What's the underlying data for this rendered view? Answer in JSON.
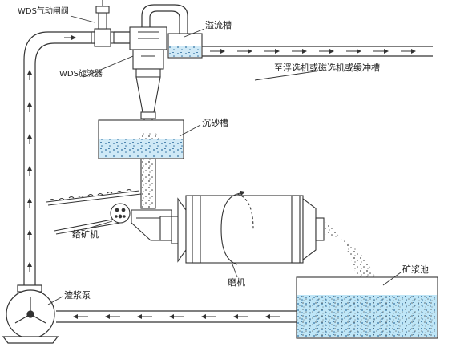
{
  "labels": {
    "valve": "WDS气动闸阀",
    "overflow_tank": "溢流槽",
    "destination": "至浮选机或磁选机或缓冲槽",
    "cyclone": "WDS旋流器",
    "settling_tank": "沉砂槽",
    "feeder": "给矿机",
    "mill": "磨机",
    "slurry_tank": "矿浆池",
    "slurry_pump": "渣浆泵"
  },
  "colors": {
    "line": "#333333",
    "water": "#bfe6f7",
    "water_dots": "#3a7fb0",
    "ore": "#444444"
  }
}
